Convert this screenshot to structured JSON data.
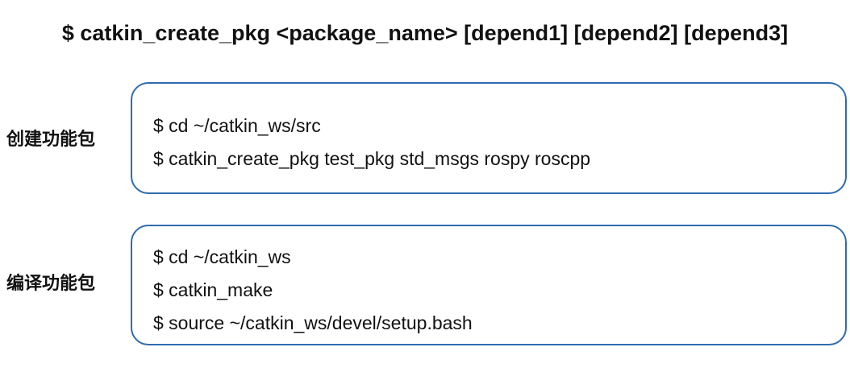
{
  "title": "$ catkin_create_pkg <package_name> [depend1] [depend2] [depend3]",
  "sections": [
    {
      "label": "创建功能包",
      "commands": [
        "$ cd ~/catkin_ws/src",
        "$ catkin_create_pkg test_pkg std_msgs rospy roscpp"
      ]
    },
    {
      "label": "编译功能包",
      "commands": [
        "$ cd ~/catkin_ws",
        "$ catkin_make",
        "$ source ~/catkin_ws/devel/setup.bash"
      ]
    }
  ],
  "colors": {
    "box_border": "#2f6bb0",
    "text": "#111111"
  }
}
